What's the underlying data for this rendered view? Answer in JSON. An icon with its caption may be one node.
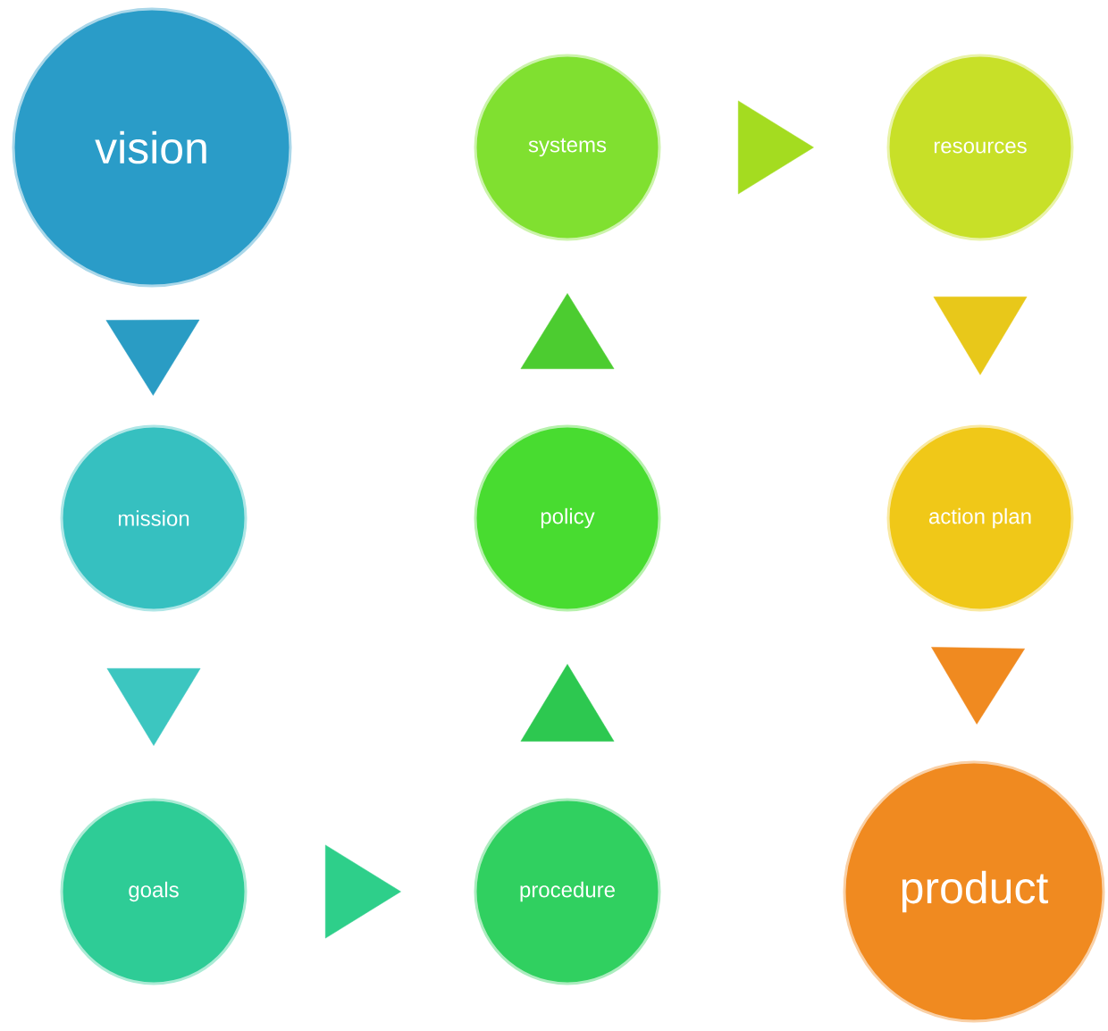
{
  "diagram": {
    "nodes": [
      {
        "text": [
          "vision"
        ]
      },
      {
        "text": [
          "mission"
        ]
      },
      {
        "text": [
          "goals"
        ]
      },
      {
        "text": [
          "procedure"
        ]
      },
      {
        "text": [
          "policy"
        ]
      },
      {
        "text": [
          "systems"
        ]
      },
      {
        "text": [
          "resources"
        ]
      },
      {
        "text": [
          "action plan"
        ]
      },
      {
        "text": [
          "product"
        ]
      }
    ],
    "edges": [
      {
        "from": 0,
        "to": 1,
        "arrow": "to",
        "color": "#2a9cc4"
      },
      {
        "from": 1,
        "to": 2,
        "arrow": "to",
        "color": "#3cc6c0"
      },
      {
        "from": 2,
        "to": 3,
        "arrow": "to",
        "color": "#2ecf8a"
      },
      {
        "from": 3,
        "to": 4,
        "arrow": "to",
        "color": "#2dc850"
      },
      {
        "from": 4,
        "to": 5,
        "arrow": "to",
        "color": "#4ccc30"
      },
      {
        "from": 5,
        "to": 6,
        "arrow": "to",
        "color": "#a4dc20"
      },
      {
        "from": 6,
        "to": 7,
        "arrow": "to",
        "color": "#e8c81a"
      },
      {
        "from": 7,
        "to": 8,
        "arrow": "to",
        "color": "#f08a20"
      }
    ]
  }
}
